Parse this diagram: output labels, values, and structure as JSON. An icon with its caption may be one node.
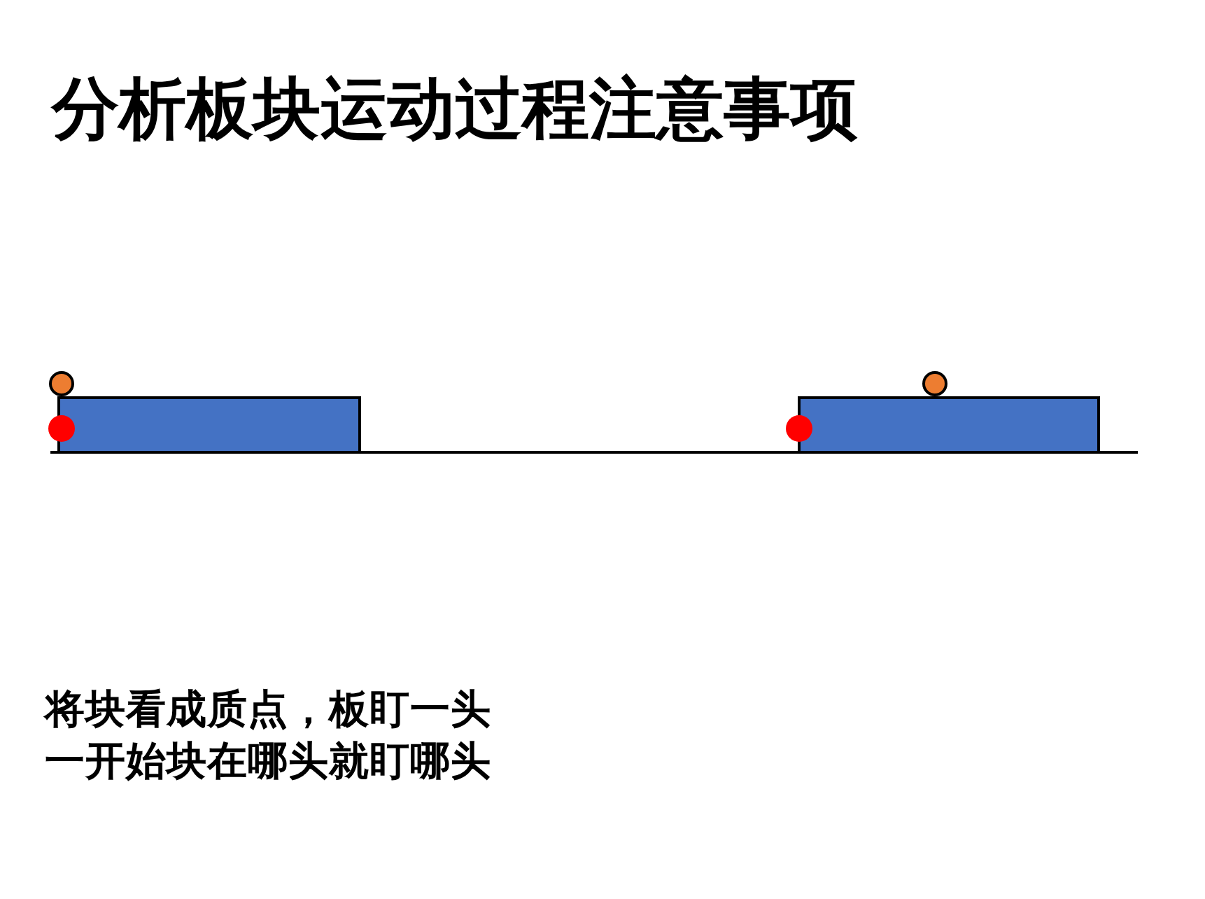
{
  "diagram": {
    "title": "分析板块运动过程注意事项",
    "nodes": [
      {
        "text": [],
        "shape": "box"
      },
      {
        "text": [],
        "shape": "box"
      }
    ],
    "labels": [
      "将块看成质点，板盯一头",
      "一开始块在哪头就盯哪头"
    ]
  }
}
